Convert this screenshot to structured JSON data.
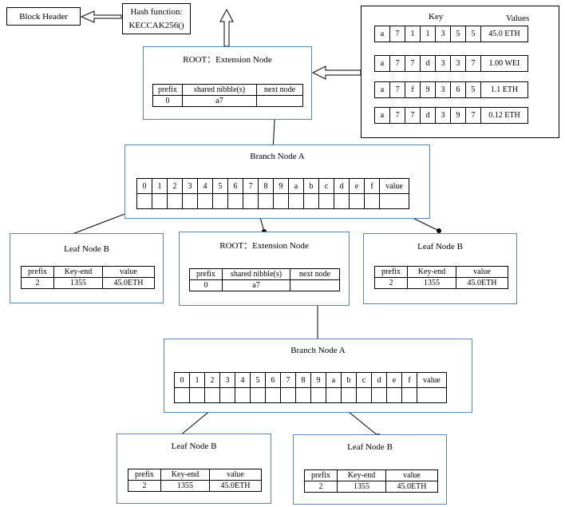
{
  "block_header": "Block Header",
  "hash_function": {
    "line1": "Hash function:",
    "line2": "KECCAK256()"
  },
  "key_values": {
    "key_header": "Key",
    "values_header": "Values",
    "rows": [
      {
        "nibbles": [
          "a",
          "7",
          "1",
          "1",
          "3",
          "5",
          "5"
        ],
        "value": "45.0 ETH"
      },
      {
        "nibbles": [
          "a",
          "7",
          "7",
          "d",
          "3",
          "3",
          "7"
        ],
        "value": "1.00 WEI"
      },
      {
        "nibbles": [
          "a",
          "7",
          "f",
          "9",
          "3",
          "6",
          "5"
        ],
        "value": "1.1 ETH"
      },
      {
        "nibbles": [
          "a",
          "7",
          "7",
          "d",
          "3",
          "9",
          "7"
        ],
        "value": "0.12 ETH"
      }
    ]
  },
  "root_node": {
    "title": "ROOT：Extension Node",
    "headers": [
      "prefix",
      "shared nibble(s)",
      "next node"
    ],
    "prefix": "0",
    "shared": "a7"
  },
  "branch_a": {
    "title": "Branch Node A",
    "slots": [
      "0",
      "1",
      "2",
      "3",
      "4",
      "5",
      "6",
      "7",
      "8",
      "9",
      "a",
      "b",
      "c",
      "d",
      "e",
      "f",
      "value"
    ]
  },
  "leaf_left": {
    "title": "Leaf Node B",
    "headers": [
      "prefix",
      "Key-end",
      "value"
    ],
    "prefix": "2",
    "key_end": "1355",
    "value": "45.0ETH"
  },
  "ext_node_2": {
    "title": "ROOT：Extension Node",
    "headers": [
      "prefix",
      "shared nibble(s)",
      "next node"
    ],
    "prefix": "0",
    "shared": "a7"
  },
  "leaf_right": {
    "title": "Leaf Node B",
    "headers": [
      "prefix",
      "Key-end",
      "value"
    ],
    "prefix": "2",
    "key_end": "1355",
    "value": "45.0ETH"
  },
  "branch_a2": {
    "title": "Branch Node A",
    "slots": [
      "0",
      "1",
      "2",
      "3",
      "4",
      "5",
      "6",
      "7",
      "8",
      "9",
      "a",
      "b",
      "c",
      "d",
      "e",
      "f",
      "value"
    ]
  },
  "leaf_bottom_left": {
    "title": "Leaf Node B",
    "headers": [
      "prefix",
      "Key-end",
      "value"
    ],
    "prefix": "2",
    "key_end": "1355",
    "value": "45.0ETH"
  },
  "leaf_bottom_right": {
    "title": "Leaf Node B",
    "headers": [
      "prefix",
      "Key-end",
      "value"
    ],
    "prefix": "2",
    "key_end": "1355",
    "value": "45.0ETH"
  }
}
